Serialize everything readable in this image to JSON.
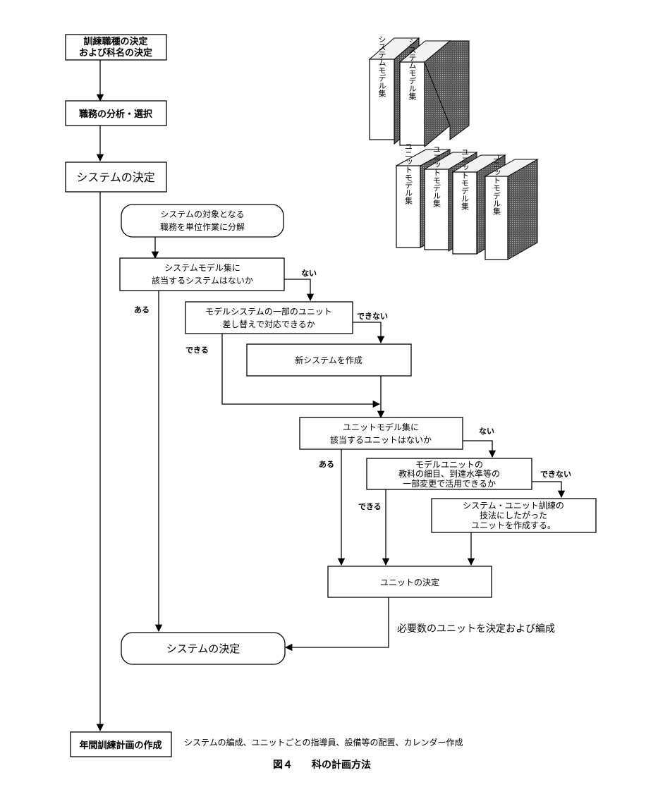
{
  "nodes": {
    "n1": [
      "訓練職種の決定",
      "および科名の決定"
    ],
    "n2": [
      "職務の分析・選択"
    ],
    "n3": [
      "システムの決定"
    ],
    "n4": [
      "システムの対象となる",
      "職務を単位作業に分解"
    ],
    "n5": [
      "システムモデル集に",
      "該当するシステムはないか"
    ],
    "n6": [
      "モデルシステムの一部のユニット",
      "差し替えで対応できるか"
    ],
    "n7": [
      "新システムを作成"
    ],
    "n8": [
      "ユニットモデル集に",
      "該当するユニットはないか"
    ],
    "n9": [
      "モデルユニットの",
      "教科の細目、到達水準等の",
      "一部変更で活用できるか"
    ],
    "n10": [
      "システム・ユニット訓練の",
      "技法にしたがった",
      "ユニットを作成する。"
    ],
    "n11": [
      "ユニットの決定"
    ],
    "n12": [
      "システムの決定"
    ],
    "n13": [
      "年間訓練計画の作成"
    ]
  },
  "labels": {
    "nai1": "ない",
    "aru1": "ある",
    "dekinai1": "できない",
    "dekiru1": "できる",
    "nai2": "ない",
    "aru2": "ある",
    "dekinai2": "できない",
    "dekiru2": "できる",
    "unit_note": "必要数のユニットを決定および編成",
    "plan_note": "システムの編成、ユニットごとの指導員、設備等の配置、カレンダー作成"
  },
  "books": {
    "system": [
      "システムモデル集",
      "システムモデル集"
    ],
    "unit": [
      "ユニットモデル集",
      "ユニットモデル集",
      "ユニットモデル集",
      "ユニットモデル集"
    ]
  },
  "caption": {
    "number": "図４",
    "title": "科の計画方法"
  }
}
